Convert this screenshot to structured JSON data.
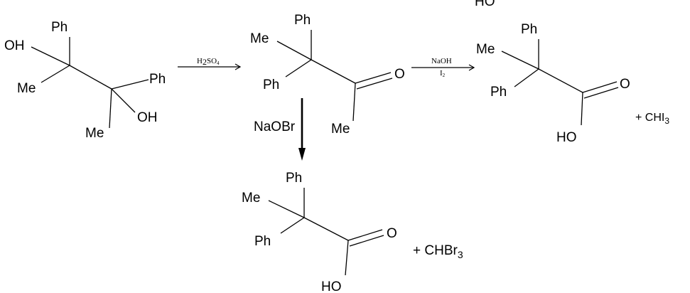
{
  "atoms": {
    "ph": "Ph",
    "me": "Me",
    "oh": "OH",
    "ho": "HO",
    "o": "O"
  },
  "reagents": {
    "acid": {
      "main": "H",
      "s1": "2",
      "mid": "SO",
      "s2": "4"
    },
    "base_top": "NaOH",
    "base_bottom": {
      "main": "I",
      "s1": "2"
    },
    "hypobromite": "NaOBr"
  },
  "byproducts": {
    "iodoform": {
      "main": "+ CHI",
      "s1": "3"
    },
    "bromoform": {
      "main": "+  CHBr",
      "s1": "3"
    }
  }
}
